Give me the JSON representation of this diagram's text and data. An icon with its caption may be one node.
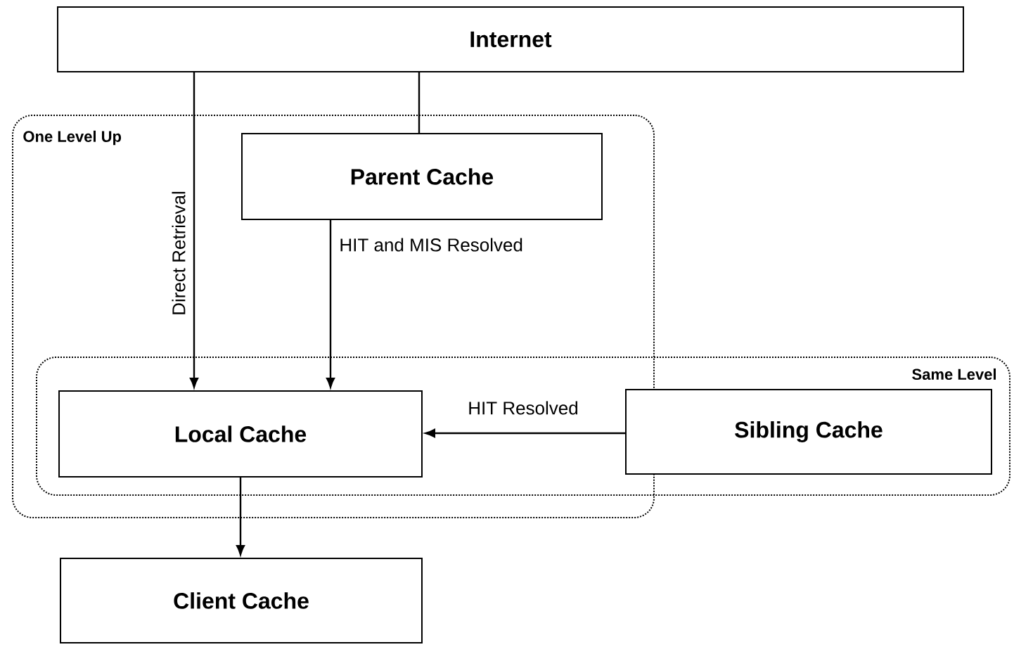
{
  "diagram": {
    "nodes": [
      {
        "text": [
          "Internet"
        ]
      },
      {
        "text": [
          "One Level Up"
        ]
      },
      {
        "text": [
          "Parent Cache"
        ],
        "in": 1
      },
      {
        "text": [
          "Same Level"
        ]
      },
      {
        "text": [
          "Local Cache"
        ]
      },
      {
        "text": [
          "Sibling Cache"
        ],
        "in": 3
      },
      {
        "text": [
          "Client Cache"
        ]
      }
    ],
    "edges": [
      {
        "from": 0,
        "to": 4,
        "arrow": "to",
        "label": "Direct Retrieval"
      },
      {
        "from": 0,
        "to": 2,
        "arrow": "none"
      },
      {
        "from": 2,
        "to": 4,
        "arrow": "to",
        "label": "HIT and MIS Resolved"
      },
      {
        "from": 5,
        "to": 4,
        "arrow": "to",
        "label": "HIT Resolved"
      },
      {
        "from": 4,
        "to": 6,
        "arrow": "to"
      }
    ]
  }
}
